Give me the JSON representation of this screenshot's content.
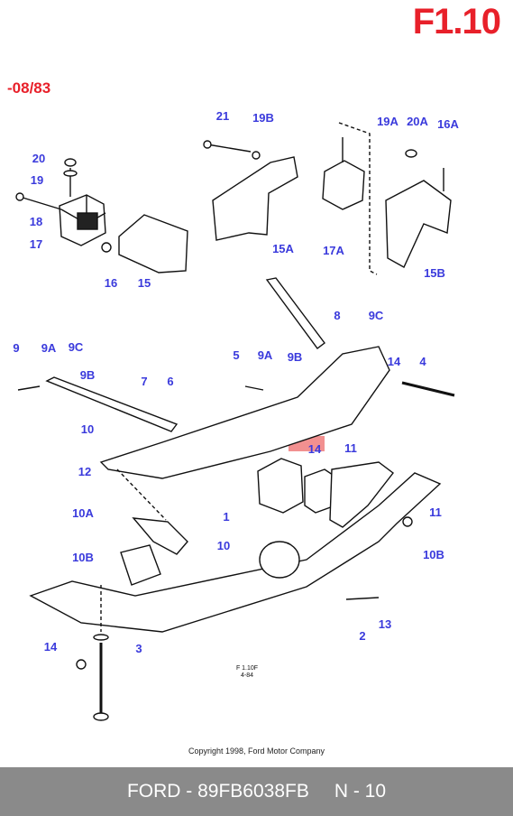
{
  "header": {
    "code": "F1.10",
    "date_range": "-08/83"
  },
  "colors": {
    "accent": "#e8202a",
    "callout": "#3a3adc",
    "line": "#111111",
    "highlight": "#f29090",
    "footer_bg": "#8a8a8a"
  },
  "callouts": [
    "20",
    "19",
    "18",
    "17",
    "16",
    "15",
    "21",
    "19B",
    "15A",
    "17A",
    "19A",
    "20A",
    "16A",
    "15B",
    "8",
    "9C",
    "9A",
    "9B",
    "9C",
    "9",
    "9A",
    "9B",
    "7",
    "6",
    "5",
    "14",
    "4",
    "10",
    "12",
    "14",
    "11",
    "11",
    "10A",
    "1",
    "10",
    "10B",
    "10B",
    "13",
    "2",
    "14",
    "3"
  ],
  "highlighted_part": "10",
  "stamp": {
    "line1": "F 1.10F",
    "line2": "4-84"
  },
  "copyright": "Copyright 1998, Ford Motor Company",
  "footer": {
    "brand_part": "FORD - 89FB6038FB",
    "page": "N - 10"
  }
}
